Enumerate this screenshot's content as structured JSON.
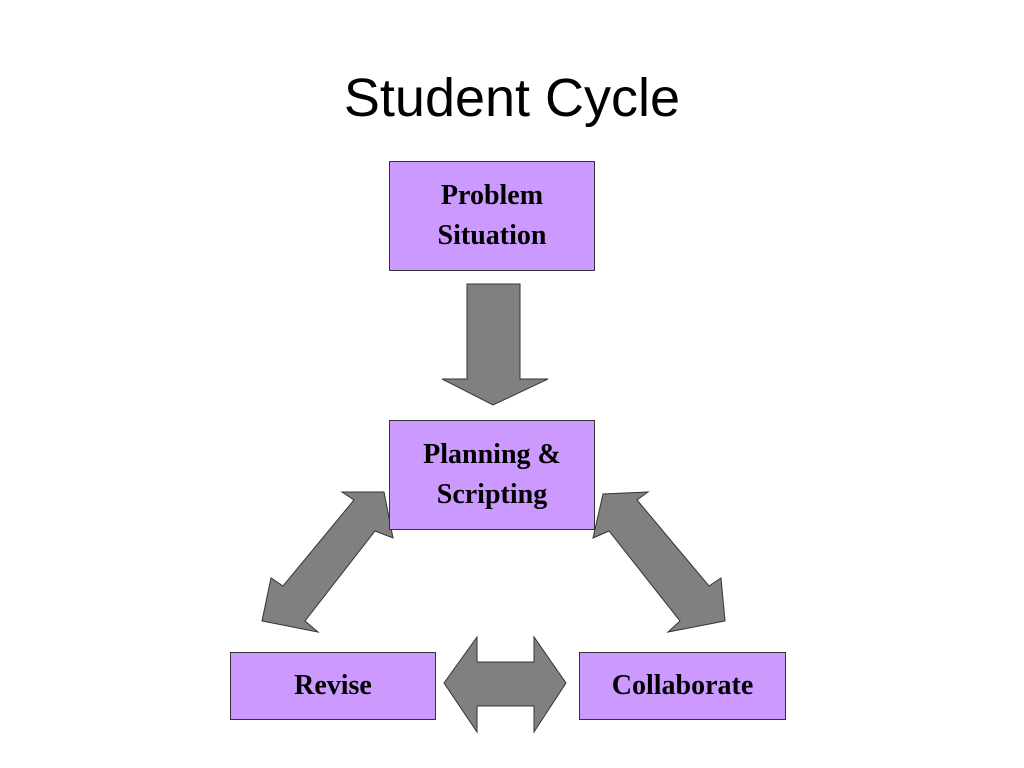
{
  "title": "Student Cycle",
  "colors": {
    "box_fill": "#cc99ff",
    "box_border": "#333333",
    "arrow_fill": "#808080",
    "arrow_stroke": "#333333"
  },
  "nodes": {
    "problem_situation": "Problem\nSituation",
    "planning_scripting": "Planning &\nScripting",
    "revise": "Revise",
    "collaborate": "Collaborate"
  },
  "edges": [
    {
      "from": "Problem Situation",
      "to": "Planning & Scripting",
      "direction": "one-way"
    },
    {
      "from": "Planning & Scripting",
      "to": "Revise",
      "direction": "two-way"
    },
    {
      "from": "Planning & Scripting",
      "to": "Collaborate",
      "direction": "two-way"
    },
    {
      "from": "Revise",
      "to": "Collaborate",
      "direction": "two-way"
    }
  ]
}
